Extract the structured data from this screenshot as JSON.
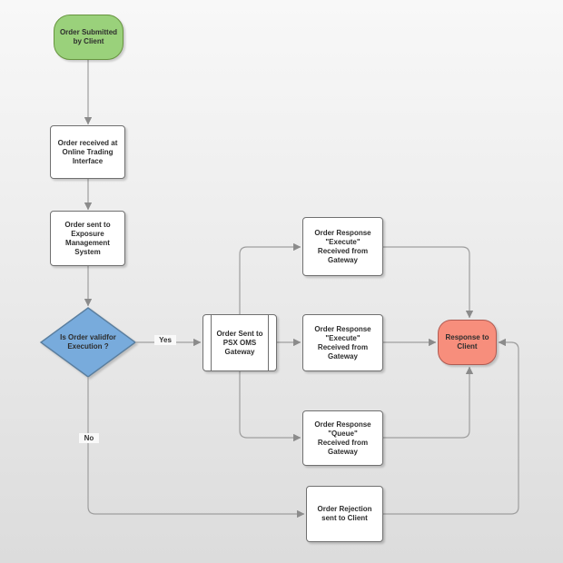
{
  "diagram": {
    "nodes": {
      "start": {
        "label": "Order Submitted\nby Client",
        "type": "terminator"
      },
      "received": {
        "label": "Order received at\nOnline Trading\nInterface",
        "type": "process"
      },
      "exposure": {
        "label": "Order sent to\nExposure\nManagement\nSystem",
        "type": "process"
      },
      "decision": {
        "label": "Is Order validfor\nExecution ?",
        "type": "decision"
      },
      "psx_gateway": {
        "label": "Order Sent to\nPSX OMS\nGateway",
        "type": "predefined-process"
      },
      "resp_execute_top": {
        "label": "Order Response\n\"Execute\"\nReceived from\nGateway",
        "type": "process"
      },
      "resp_execute_mid": {
        "label": "Order Response\n\"Execute\"\nReceived from\nGateway",
        "type": "process"
      },
      "resp_queue": {
        "label": "Order Response\n\"Queue\"\nReceived from\nGateway",
        "type": "process"
      },
      "response": {
        "label": "Response to\nClient",
        "type": "terminator"
      },
      "rejection": {
        "label": "Order Rejection\nsent to Client",
        "type": "process"
      }
    },
    "edge_labels": {
      "yes": "Yes",
      "no": "No"
    },
    "colors": {
      "start_fill": "#9ad17b",
      "start_stroke": "#67953f",
      "decision_fill": "#78abdc",
      "decision_stroke": "#5a7e9e",
      "terminal_fill": "#f78e7c",
      "terminal_stroke": "#b05b52",
      "box_fill": "#ffffff",
      "box_stroke": "#707070",
      "connector": "#9e9e9e",
      "arrowhead": "#8b8b8b"
    }
  }
}
